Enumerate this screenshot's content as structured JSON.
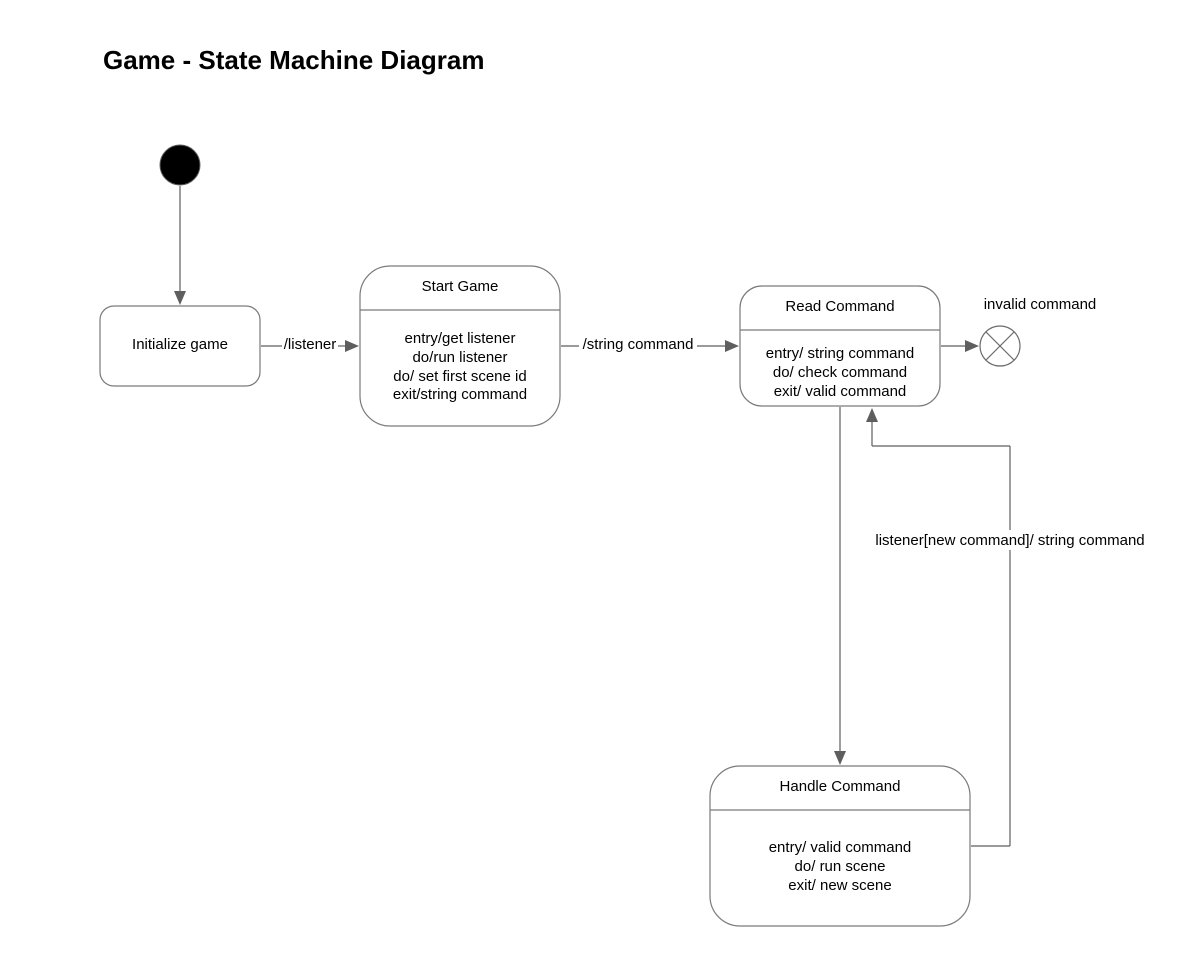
{
  "title": "Game - State Machine Diagram",
  "states": {
    "initialize": {
      "label": "Initialize game"
    },
    "start_game": {
      "name": "Start Game",
      "activities": [
        "entry/get listener",
        "do/run listener",
        "do/ set first scene id",
        "exit/string command"
      ]
    },
    "read_command": {
      "name": "Read Command",
      "activities": [
        "entry/ string command",
        "do/ check command",
        "exit/ valid command"
      ]
    },
    "handle_command": {
      "name": "Handle Command",
      "activities": [
        "entry/ valid command",
        "do/ run scene",
        "exit/ new scene"
      ]
    }
  },
  "transitions": {
    "init_to_start": "/listener",
    "start_to_read": "/string command",
    "read_to_final": "invalid command",
    "handle_to_read": "listener[new command]/ string command"
  },
  "colors": {
    "stroke": "#7a7a7a",
    "edge": "#5e5e5e",
    "initial_node": "#000000"
  }
}
